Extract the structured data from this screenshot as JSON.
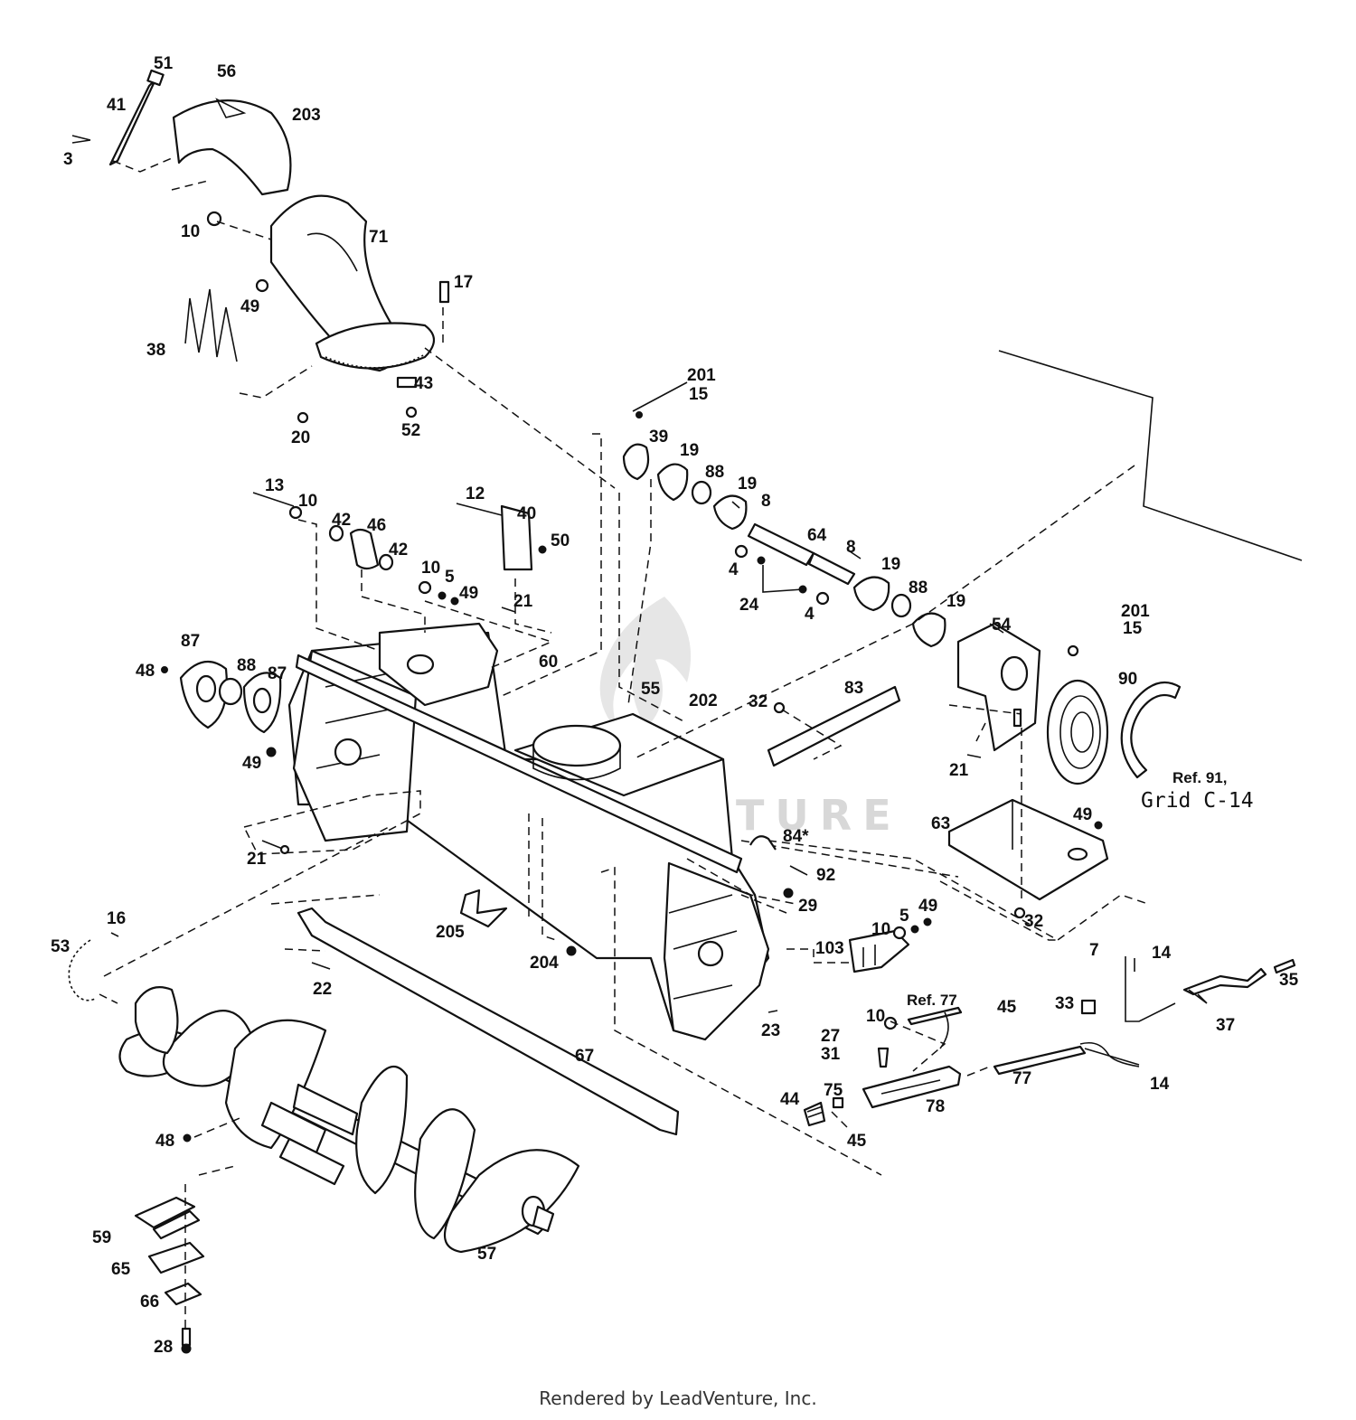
{
  "watermark_text": "LEADVENTURE",
  "footer_text": "Rendered by LeadVenture, Inc.",
  "reference_notes": [
    "Ref. 91,",
    "Grid C-14",
    "Ref. 77"
  ],
  "callouts": [
    "51",
    "56",
    "203",
    "41",
    "3",
    "10",
    "71",
    "17",
    "49",
    "38",
    "43",
    "20",
    "52",
    "201",
    "15",
    "39",
    "19",
    "88",
    "8",
    "64",
    "4",
    "24",
    "13",
    "12",
    "40",
    "50",
    "42",
    "46",
    "5",
    "21",
    "60",
    "54",
    "90",
    "48",
    "87",
    "55",
    "202",
    "83",
    "32",
    "63",
    "84*",
    "92",
    "29",
    "16",
    "53",
    "205",
    "204",
    "22",
    "103",
    "7",
    "14",
    "35",
    "33",
    "37",
    "45",
    "27",
    "31",
    "77",
    "44",
    "75",
    "78",
    "23",
    "67",
    "59",
    "65",
    "66",
    "28",
    "57"
  ],
  "colors": {
    "ink": "#111111",
    "background": "#ffffff",
    "watermark": "#d8d8d8"
  }
}
